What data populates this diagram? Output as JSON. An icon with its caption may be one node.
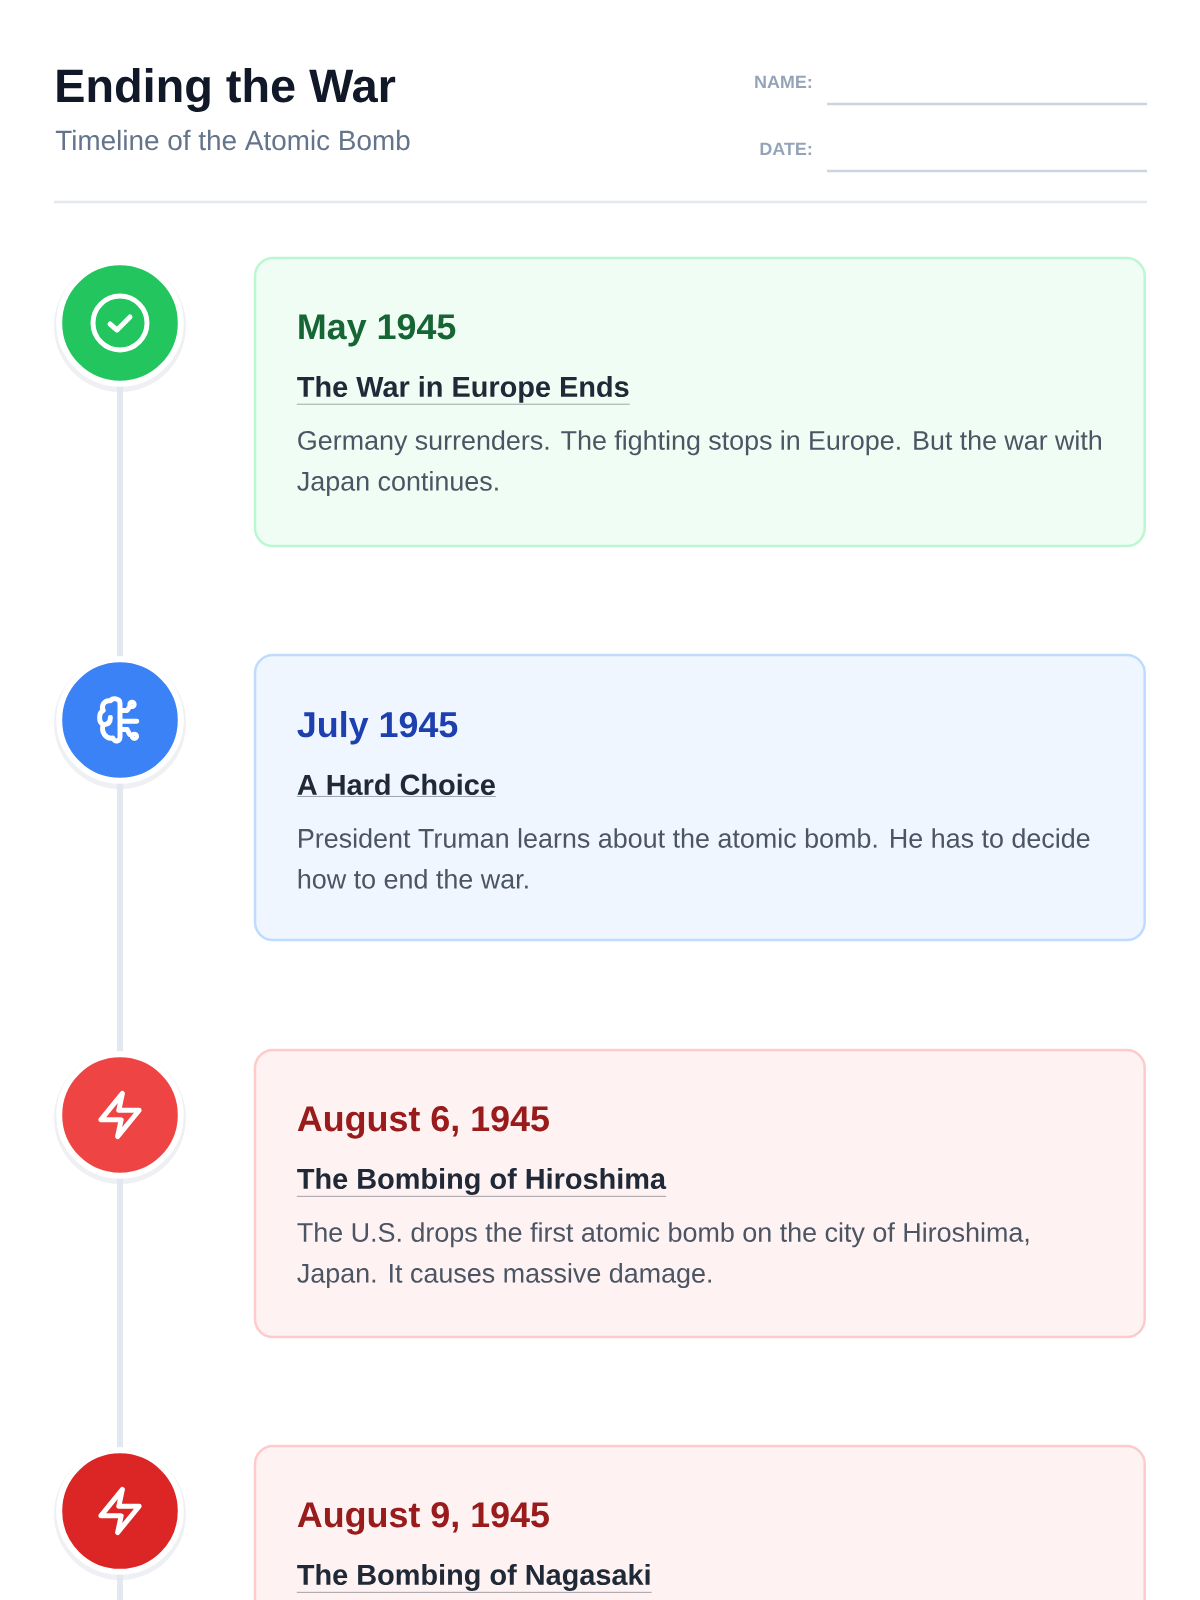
{
  "diagram": {
    "title": "Ending the War",
    "nodes": [
      {
        "text": [],
        "shape": "circle"
      },
      {
        "text": [
          "May 1945",
          "The War in Europe Ends",
          "Germany surrenders. The fighting stops in Europe. But the war with Japan continues."
        ]
      },
      {
        "text": [],
        "shape": "circle"
      },
      {
        "text": [
          "July 1945",
          "A Hard Choice",
          "President Truman learns about the atomic bomb. He has to decide how to end the war."
        ]
      },
      {
        "text": [],
        "shape": "circle"
      },
      {
        "text": [
          "August 6, 1945",
          "The Bombing of Hiroshima",
          "The U.S. drops the first atomic bomb on the city of Hiroshima, Japan. It causes massive damage."
        ]
      },
      {
        "text": [],
        "shape": "circle"
      },
      {
        "text": [
          "August 9, 1945",
          "The Bombing of Nagasaki"
        ]
      }
    ],
    "edges": [
      {
        "from": 0,
        "to": 2,
        "arrow": "none"
      },
      {
        "from": 2,
        "to": 4,
        "arrow": "none"
      },
      {
        "from": 4,
        "to": 6,
        "arrow": "none"
      },
      {
        "from": 6,
        "to": null,
        "arrow": "none"
      }
    ],
    "labels": [
      "Timeline of the Atomic Bomb",
      "NAME:",
      "DATE:"
    ]
  }
}
